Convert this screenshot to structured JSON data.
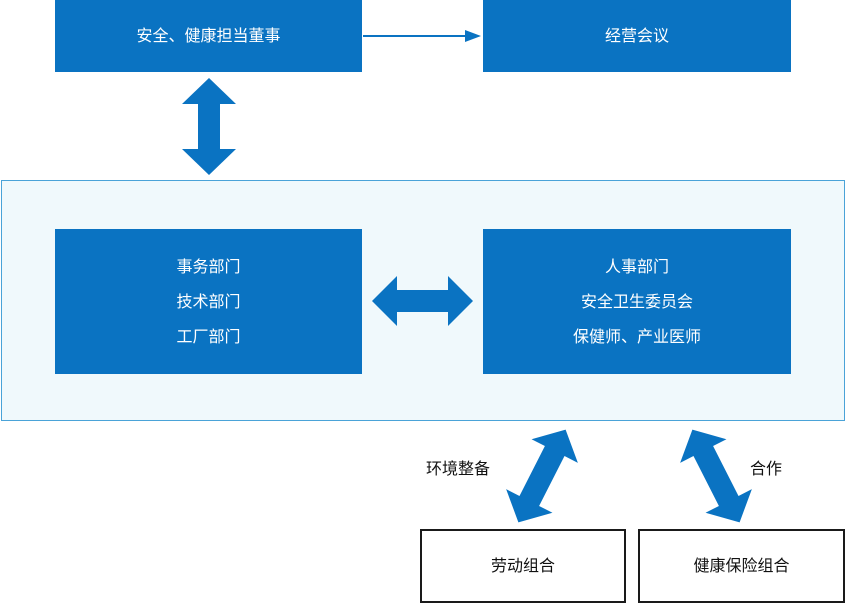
{
  "top": {
    "director": "安全、健康担当董事",
    "meeting": "经营会议"
  },
  "middle": {
    "left_lines": [
      "事务部门",
      "技术部门",
      "工厂部门"
    ],
    "right_lines": [
      "人事部门",
      "安全卫生委员会",
      "保健师、产业医师"
    ]
  },
  "bottom": {
    "union": "劳动组合",
    "insurance": "健康保险组合",
    "label_env": "环境整备",
    "label_coop": "合作"
  },
  "colors": {
    "box_blue": "#0a73c2",
    "panel_bg": "#f0f9fc",
    "panel_border": "#4aa3d8",
    "arrow_blue": "#0a73c2"
  }
}
